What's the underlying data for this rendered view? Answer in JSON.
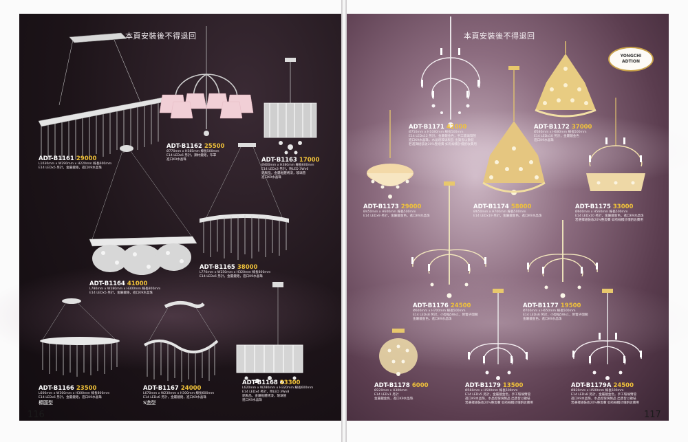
{
  "notice": "本頁安裝後不得退回",
  "page_numbers": {
    "left": "116",
    "right": "117"
  },
  "logo": {
    "line1": "YONGCHI",
    "line2": "ADTION",
    "color": "#c9a24a"
  },
  "colors": {
    "price": "#f0c23a",
    "left_bg": "#1d1419",
    "right_bg": "#8d6d80"
  },
  "products_left": [
    {
      "code": "ADT-B1161",
      "price": "29000",
      "spec": "L1030mm x W290mm x H220mm 線長600mm",
      "desc": "E14 LEDx5 另計，金屬鍍鉻，進口K9水晶珠"
    },
    {
      "code": "ADT-B1162",
      "price": "25500",
      "spec": "Ø770mm x H585mm 線長500mm",
      "desc": "E14 LEDx6 另計，鋼材鍍鉻，布罩",
      "desc2": "進口K9水晶珠"
    },
    {
      "code": "ADT-B1163",
      "price": "17000",
      "spec": "Ø400mm x H380mm 線長600mm",
      "desc": "E14 LEDx3 另計，附LED 3Wx6",
      "desc2": "鋁製品，金屬框體烤漆，玻璃管",
      "desc3": "進口K9水晶珠"
    },
    {
      "code": "ADT-B1164",
      "price": "41000",
      "spec": "L780mm x W280mm x H300mm 線長800mm",
      "desc": "E14 LEDx5 另計，金屬鍍鉻，進口K9水晶珠"
    },
    {
      "code": "ADT-B1165",
      "price": "38000",
      "spec": "L770mm x W250mm x H320mm 線長800mm",
      "desc": "E14 LEDx6 另計，金屬鍍鉻，進口K9水晶珠"
    },
    {
      "code": "ADT-B1166",
      "price": "23500",
      "spec": "L600mm x W300mm x H300mm 線長800mm",
      "desc": "E14 LEDx6 另計，金屬鍍鉻，進口K9水晶珠",
      "extra": "橢圓型"
    },
    {
      "code": "ADT-B1167",
      "price": "24000",
      "spec": "L670mm x W230mm x H300mm 線長600mm",
      "desc": "E14 LEDx6 另計，金屬鍍鉻，進口K9水晶珠",
      "extra": "S造型"
    },
    {
      "code": "ADT-B1168",
      "price": "23300",
      "spec": "L620mm x W280mm x H320mm 線長600mm",
      "desc": "E14 LEDx4 另計，附LED 3Wx8",
      "desc2": "鋁製品，金屬框體烤漆，玻璃管",
      "desc3": "進口K9水晶珠"
    }
  ],
  "products_right": [
    {
      "code": "ADT-B1171",
      "price": "42000",
      "spec": "Ø750mm x H1080mm 線長500mm",
      "desc": "E14 LEDx12 另計，金屬鍍金色，手工玻璃臂管",
      "desc2": "進口K9水晶珠，水晶燈玻璃製品 出貨皆以散裝",
      "desc3": "若選擇組裝收20%整燈費 如有線積計價酌收費用"
    },
    {
      "code": "ADT-B1172",
      "price": "37000",
      "spec": "Ø580mm x H680mm 線長500mm",
      "desc": "E14 LEDx10 另計，金屬鍍金色",
      "desc2": "進口K9水晶珠"
    },
    {
      "code": "ADT-B1173",
      "price": "29000",
      "spec": "Ø450mm x H600mm 線長500mm",
      "desc": "E14 LEDx9 另計，金屬鍍金色，進口K9水晶珠"
    },
    {
      "code": "ADT-B1174",
      "price": "58000",
      "spec": "Ø650mm x H700mm 線長500mm",
      "desc": "E14 LEDx19 另計，金屬鍍金色，進口K9水晶珠"
    },
    {
      "code": "ADT-B1175",
      "price": "33000",
      "spec": "Ø600mm x H560mm 線長500mm",
      "desc": "E14 LEDx10 另計，金屬鍍金色，進口K9水晶珠",
      "desc2": "若選擇組裝收20%整燈費 如有線積計價酌收費用"
    },
    {
      "code": "ADT-B1176",
      "price": "24500",
      "spec": "Ø600mm x H700mm 線長500mm",
      "desc": "E14 LEDx8 另計，小燈插5Wx1，附電子開關",
      "desc2": "金屬鍍金色，進口K9水晶珠"
    },
    {
      "code": "ADT-B1177",
      "price": "19500",
      "spec": "Ø700mm x H650mm 線長500mm",
      "desc": "E14 LEDx6 另計，小燈插5Wx1，附電子開關",
      "desc2": "金屬鍍金色，進口K9水晶珠"
    },
    {
      "code": "ADT-B1178",
      "price": "6000",
      "spec": "Ø220mm x H300mm",
      "desc": "E14 LEDx1 另計",
      "desc2": "金屬鍍金色，進口K9水晶珠"
    },
    {
      "code": "ADT-B1179",
      "price": "13500",
      "spec": "Ø560mm x H500mm 線長500mm",
      "desc": "E14 LEDx5 另計，金屬鍍金色，手工玻璃臂管",
      "desc2": "進口K9水晶珠，水晶燈玻璃製品 出貨皆以散裝",
      "desc3": "若選擇組裝收20%整燈費 如有線積計價酌收費用"
    },
    {
      "code": "ADT-B1179A",
      "price": "24500",
      "spec": "Ø820mm x H500mm 線長500mm",
      "desc": "E14 LEDx8 另計，金屬鍍金色，手工玻璃臂管",
      "desc2": "進口K9水晶珠，水晶燈玻璃製品 出貨皆以散裝",
      "desc3": "若選擇組裝收20%整燈費 如有線積計價酌收費用"
    }
  ]
}
